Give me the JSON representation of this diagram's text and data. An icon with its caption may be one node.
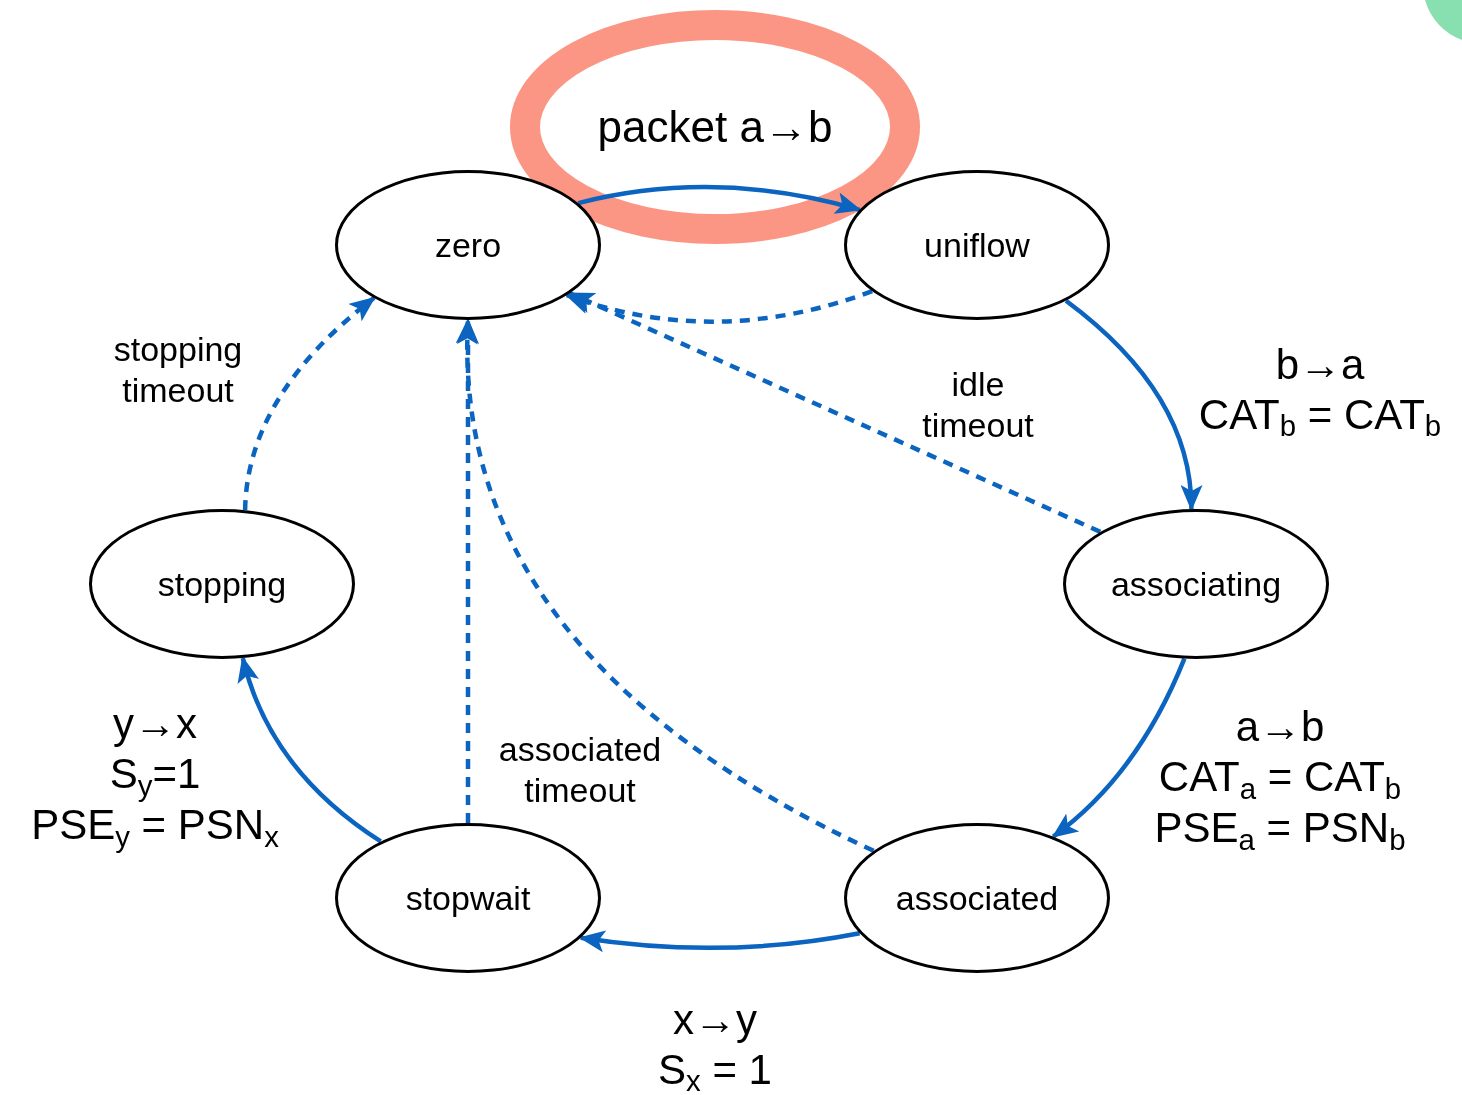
{
  "diagram": {
    "nodes": [
      {
        "text": [
          "zero"
        ]
      },
      {
        "text": [
          "uniflow"
        ]
      },
      {
        "text": [
          "associating"
        ]
      },
      {
        "text": [
          "associated"
        ]
      },
      {
        "text": [
          "stopwait"
        ]
      },
      {
        "text": [
          "stopping"
        ]
      }
    ],
    "edges": [
      {
        "from": 0,
        "to": 1,
        "arrow": "to",
        "label": "packet a→b"
      },
      {
        "from": 1,
        "to": 0,
        "arrow": "to",
        "style": "dashed"
      },
      {
        "from": 1,
        "to": 2,
        "arrow": "to",
        "label": "b→a CAT$_{b}$ = CAT$_{b}$"
      },
      {
        "from": 2,
        "to": 0,
        "arrow": "to",
        "style": "dashed",
        "label": "idle timeout"
      },
      {
        "from": 2,
        "to": 3,
        "arrow": "to",
        "label": "a→b CAT$_{a}$ = CAT$_{b}$ PSE$_{a}$ = PSN$_{b}$"
      },
      {
        "from": 3,
        "to": 0,
        "arrow": "to",
        "style": "dashed"
      },
      {
        "from": 3,
        "to": 4,
        "arrow": "to",
        "label": "x→y S$_{x}$ = 1"
      },
      {
        "from": 4,
        "to": 0,
        "arrow": "to",
        "style": "dashed",
        "label": "associated timeout"
      },
      {
        "from": 4,
        "to": 5,
        "arrow": "to",
        "label": "y→x S$_{y}$=1 PSE$_{y}$ = PSN$_{x}$"
      },
      {
        "from": 5,
        "to": 0,
        "arrow": "to",
        "style": "dashed",
        "label": "stopping timeout"
      }
    ]
  }
}
